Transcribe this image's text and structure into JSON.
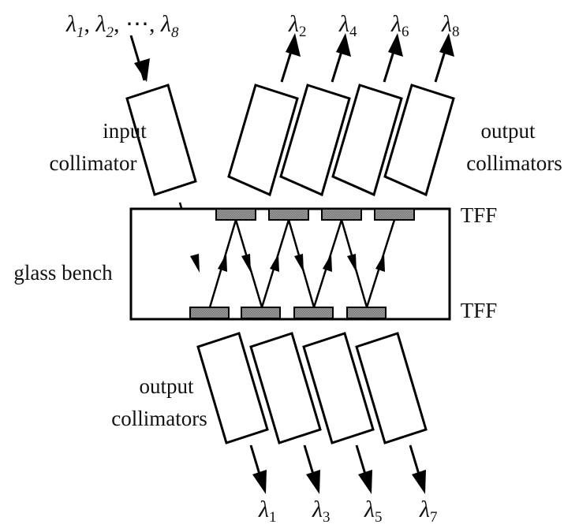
{
  "diagram": {
    "title": "",
    "labels": {
      "input_wavelengths": [
        "λ",
        "1",
        ", ",
        "λ",
        "2",
        ", ⋯, ",
        "λ",
        "8"
      ],
      "input_collimator_line1": "input",
      "input_collimator_line2": "collimator",
      "top_output_line1": "output",
      "top_output_line2": "collimators",
      "bottom_output_line1": "output",
      "bottom_output_line2": "collimators",
      "glass_bench": "glass bench",
      "tff_top": "TFF",
      "tff_bottom": "TFF"
    },
    "top_outputs": [
      {
        "symbol": "λ",
        "sub": "2"
      },
      {
        "symbol": "λ",
        "sub": "4"
      },
      {
        "symbol": "λ",
        "sub": "6"
      },
      {
        "symbol": "λ",
        "sub": "8"
      }
    ],
    "bottom_outputs": [
      {
        "symbol": "λ",
        "sub": "1"
      },
      {
        "symbol": "λ",
        "sub": "3"
      },
      {
        "symbol": "λ",
        "sub": "5"
      },
      {
        "symbol": "λ",
        "sub": "7"
      }
    ],
    "components": {
      "input_collimators": 1,
      "top_output_collimators": 4,
      "bottom_output_collimators": 4,
      "top_tff_filters": 4,
      "bottom_tff_filters": 4
    },
    "colors": {
      "stroke": "#000000",
      "filter_fill": "#8a8a8a",
      "background": "#ffffff"
    }
  }
}
